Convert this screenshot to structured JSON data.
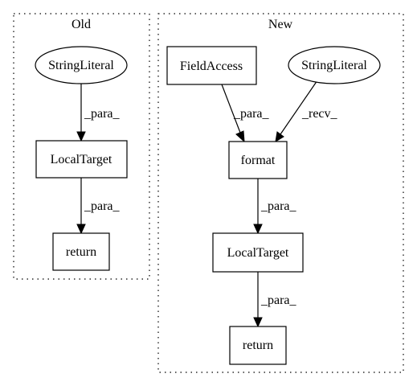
{
  "clusters": {
    "old": {
      "title": "Old"
    },
    "new": {
      "title": "New"
    }
  },
  "nodes": {
    "old_string_literal": {
      "label": "StringLiteral"
    },
    "old_local_target": {
      "label": "LocalTarget"
    },
    "old_return": {
      "label": "return"
    },
    "new_field_access": {
      "label": "FieldAccess"
    },
    "new_string_literal": {
      "label": "StringLiteral"
    },
    "new_format": {
      "label": "format"
    },
    "new_local_target": {
      "label": "LocalTarget"
    },
    "new_return": {
      "label": "return"
    }
  },
  "edges": {
    "old_sl_to_lt": {
      "label": "_para_"
    },
    "old_lt_to_ret": {
      "label": "_para_"
    },
    "new_fa_to_fmt": {
      "label": "_para_"
    },
    "new_sl_to_fmt": {
      "label": "_recv_"
    },
    "new_fmt_to_lt": {
      "label": "_para_"
    },
    "new_lt_to_ret": {
      "label": "_para_"
    }
  },
  "colors": {
    "stroke": "#000000",
    "fill": "#ffffff"
  }
}
